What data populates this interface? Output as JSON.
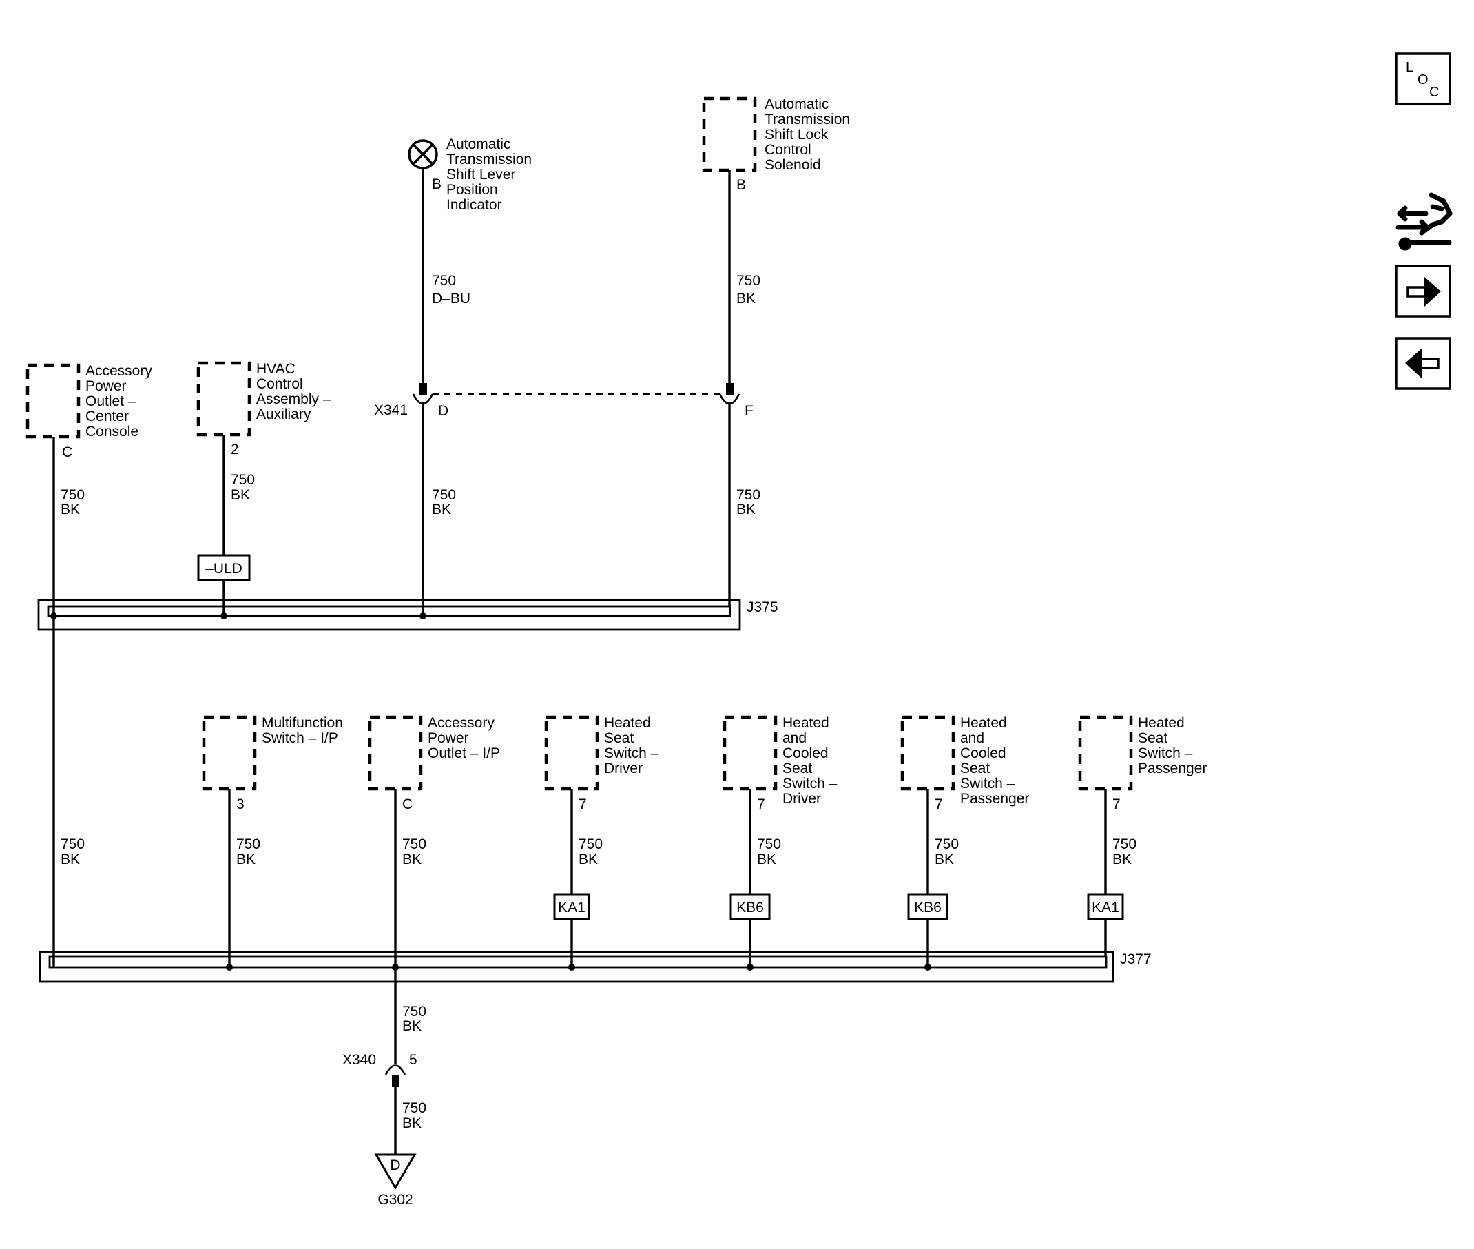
{
  "components": {
    "shift_indicator": {
      "name": [
        "Automatic",
        "Transmission",
        "Shift Lever",
        "Position",
        "Indicator"
      ],
      "pin": "B"
    },
    "shift_lock_solenoid": {
      "name": [
        "Automatic",
        "Transmission",
        "Shift Lock",
        "Control",
        "Solenoid"
      ],
      "pin": "B"
    },
    "accessory_outlet_console": {
      "name": [
        "Accessory",
        "Power",
        "Outlet –",
        "Center",
        "Console"
      ],
      "pin": "C"
    },
    "hvac_aux": {
      "name": [
        "HVAC",
        "Control",
        "Assembly –",
        "Auxiliary"
      ],
      "pin": "2"
    },
    "multifunction_switch": {
      "name": [
        "Multifunction",
        "Switch – I/P"
      ],
      "pin": "3"
    },
    "accessory_outlet_ip": {
      "name": [
        "Accessory",
        "Power",
        "Outlet – I/P"
      ],
      "pin": "C"
    },
    "heated_seat_driver": {
      "name": [
        "Heated",
        "Seat",
        "Switch –",
        "Driver"
      ],
      "pin": "7"
    },
    "heated_cooled_driver": {
      "name": [
        "Heated",
        "and",
        "Cooled",
        "Seat",
        "Switch –",
        "Driver"
      ],
      "pin": "7"
    },
    "heated_cooled_passenger": {
      "name": [
        "Heated",
        "and",
        "Cooled",
        "Seat",
        "Switch –",
        "Passenger"
      ],
      "pin": "7"
    },
    "heated_seat_passenger": {
      "name": [
        "Heated",
        "Seat",
        "Switch –",
        "Passenger"
      ],
      "pin": "7"
    }
  },
  "wires": {
    "shift_indicator": [
      "750",
      "D–BU"
    ],
    "shift_lock": [
      "750",
      "BK"
    ],
    "accessory_console": [
      "750",
      "BK"
    ],
    "hvac_aux": [
      "750",
      "BK"
    ],
    "x341_d": [
      "750",
      "BK"
    ],
    "x341_f": [
      "750",
      "BK"
    ],
    "bus_link": [
      "750",
      "BK"
    ],
    "multifunction": [
      "750",
      "BK"
    ],
    "accessory_ip": [
      "750",
      "BK"
    ],
    "heated_driver": [
      "750",
      "BK"
    ],
    "hc_driver": [
      "750",
      "BK"
    ],
    "hc_passenger": [
      "750",
      "BK"
    ],
    "heated_passenger": [
      "750",
      "BK"
    ],
    "to_x340": [
      "750",
      "BK"
    ],
    "to_ground": [
      "750",
      "BK"
    ]
  },
  "connectors": {
    "x341": {
      "name": "X341",
      "pin_left": "D",
      "pin_right": "F"
    },
    "x340": {
      "name": "X340",
      "pin": "5"
    }
  },
  "splices": {
    "j375": "J375",
    "j377": "J377"
  },
  "options": {
    "uld": "–ULD",
    "ka1_driver": "KA1",
    "kb6_driver": "KB6",
    "kb6_passenger": "KB6",
    "ka1_passenger": "KA1"
  },
  "ground": {
    "letter": "D",
    "name": "G302"
  },
  "nav": {
    "loc": {
      "letters": [
        "L",
        "O",
        "C"
      ],
      "icon": "location-icon"
    },
    "service": {
      "icon": "connector-service-icon"
    },
    "next": {
      "icon": "arrow-right-icon"
    },
    "prev": {
      "icon": "arrow-left-icon"
    }
  }
}
